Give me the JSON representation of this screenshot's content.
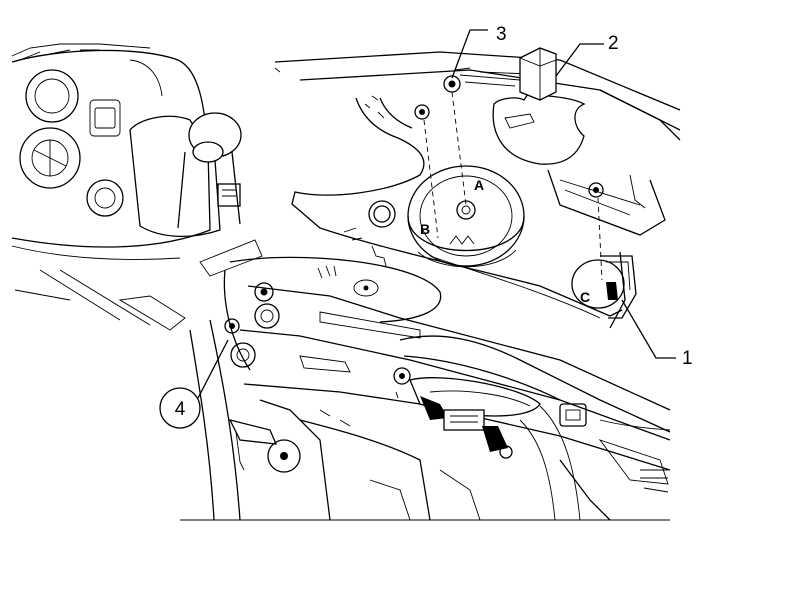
{
  "diagram": {
    "callouts": [
      {
        "id": "1",
        "label": "1"
      },
      {
        "id": "2",
        "label": "2"
      },
      {
        "id": "3",
        "label": "3"
      },
      {
        "id": "4",
        "label": "4"
      }
    ],
    "points": [
      {
        "id": "A",
        "label": "A"
      },
      {
        "id": "B",
        "label": "B"
      },
      {
        "id": "C",
        "label": "C"
      }
    ]
  }
}
